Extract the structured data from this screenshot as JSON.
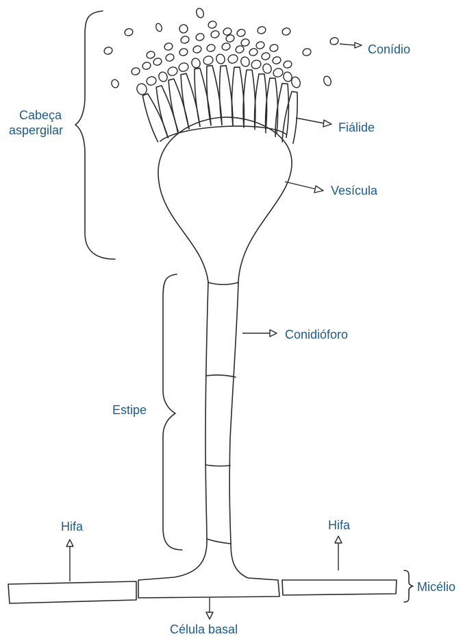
{
  "labels": {
    "conidio": "Conídio",
    "fialide": "Fiálide",
    "vesicula": "Vesícula",
    "cabeca_line1": "Cabeça",
    "cabeca_line2": "aspergilar",
    "conidioforo": "Conidióforo",
    "estipe": "Estipe",
    "hifa_left": "Hifa",
    "hifa_right": "Hifa",
    "micelio": "Micélio",
    "celula_basal": "Célula basal"
  },
  "colors": {
    "label": "#1d5b8c",
    "ink": "#2a2a2a"
  }
}
